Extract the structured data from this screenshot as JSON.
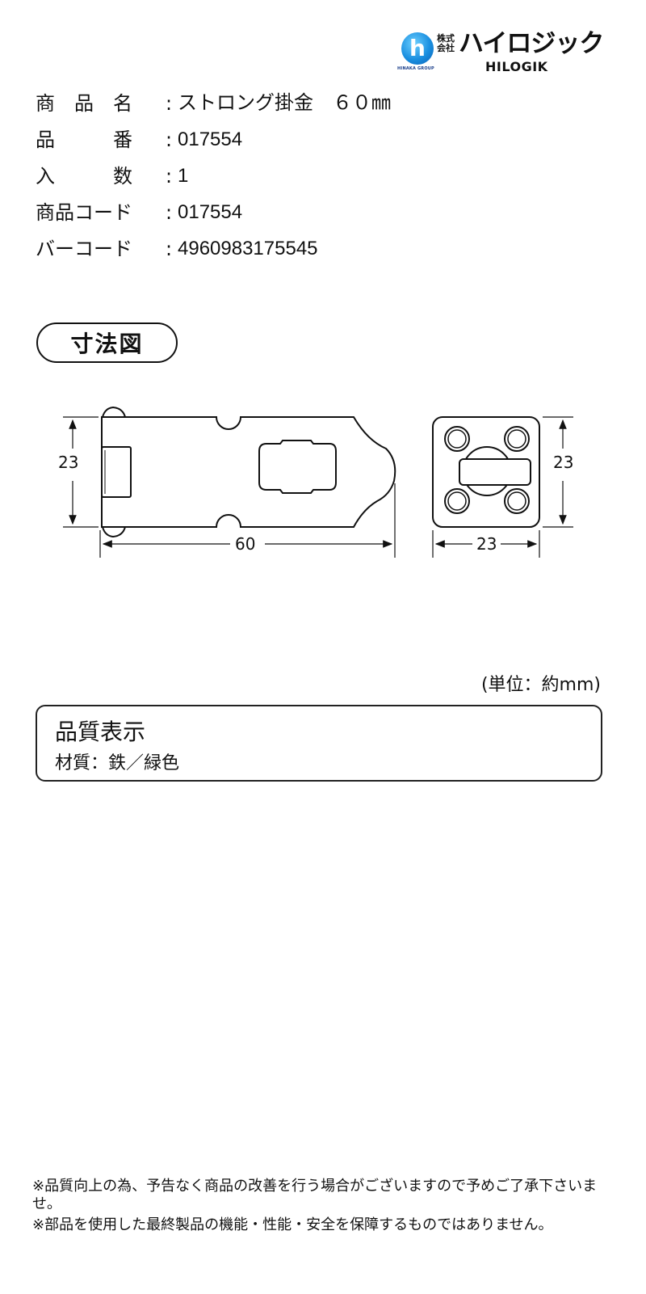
{
  "brand": {
    "mark_letter": "h",
    "group": "HINAKA GROUP",
    "kabushiki_kaisha": "株式会社",
    "name_jp": "ハイロジック",
    "name_en": "HILOGIK",
    "accent_color": "#1a8fe0"
  },
  "spec": [
    {
      "label": "商　品　名",
      "colon": ":",
      "value": "ストロング掛金　６０㎜"
    },
    {
      "label": "品　　　番",
      "colon": ":",
      "value": "017554"
    },
    {
      "label": "入　　　数",
      "colon": ":",
      "value": "1"
    },
    {
      "label": "商品コード",
      "colon": ":",
      "value": "017554"
    },
    {
      "label": "バーコード",
      "colon": ":",
      "value": "4960983175545"
    }
  ],
  "dimension_section": {
    "title": "寸法図",
    "front_view": {
      "height": "23",
      "length": "60"
    },
    "side_view": {
      "height": "23",
      "width": "23"
    },
    "unit": "(単位：約mm)"
  },
  "quality": {
    "title": "品質表示",
    "material": "材質：鉄／緑色"
  },
  "notes": [
    "※品質向上の為、予告なく商品の改善を行う場合がございますので予めご了承下さいませ。",
    "※部品を使用した最終製品の機能・性能・安全を保障するものではありません。"
  ]
}
